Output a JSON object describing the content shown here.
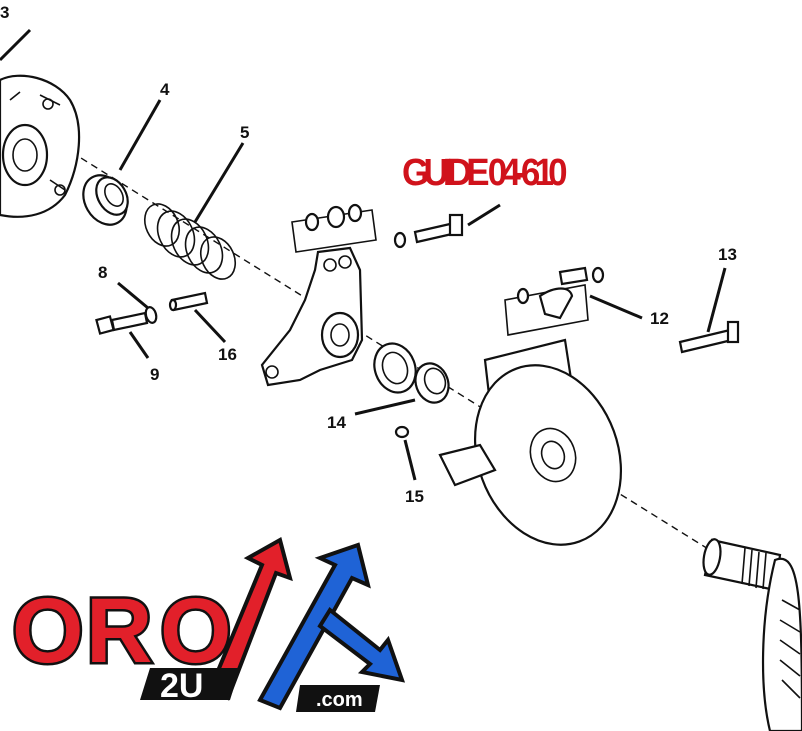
{
  "title": "GUIDE 04-610",
  "callouts": {
    "c3": "3",
    "c4": "4",
    "c5": "5",
    "c8": "8",
    "c9": "9",
    "c12": "12",
    "c13": "13",
    "c14": "14",
    "c15": "15",
    "c16": "16"
  },
  "logo": {
    "letters": [
      "O",
      "R",
      "O"
    ],
    "sub": "2U",
    "domain": ".com",
    "colors": {
      "red": "#e2202a",
      "blue": "#1f63d6",
      "dark": "#111111"
    }
  },
  "colors": {
    "title": "#d0121b",
    "line": "#111111",
    "background": "#ffffff"
  }
}
